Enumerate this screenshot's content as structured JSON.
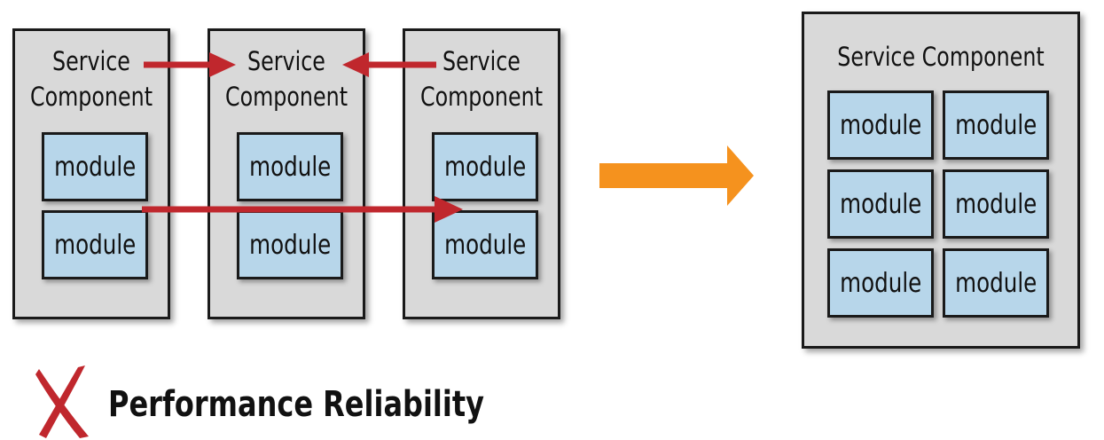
{
  "colors": {
    "container_fill": "#d9d9d9",
    "module_fill": "#b7d6ea",
    "border": "#1a1a1a",
    "call_arrow": "#c0272d",
    "transition_arrow": "#f5921e",
    "cross": "#c0272d"
  },
  "before": {
    "components": [
      {
        "title_line1": "Service",
        "title_line2": "Component",
        "modules": [
          "module",
          "module"
        ]
      },
      {
        "title_line1": "Service",
        "title_line2": "Component",
        "modules": [
          "module",
          "module"
        ]
      },
      {
        "title_line1": "Service",
        "title_line2": "Component",
        "modules": [
          "module",
          "module"
        ]
      }
    ]
  },
  "after": {
    "title": "Service Component",
    "modules": [
      "module",
      "module",
      "module",
      "module",
      "module",
      "module"
    ]
  },
  "icons": {
    "transition": "right-arrow-icon",
    "status": "cross-mark-icon"
  },
  "caption": "Performance Reliability"
}
